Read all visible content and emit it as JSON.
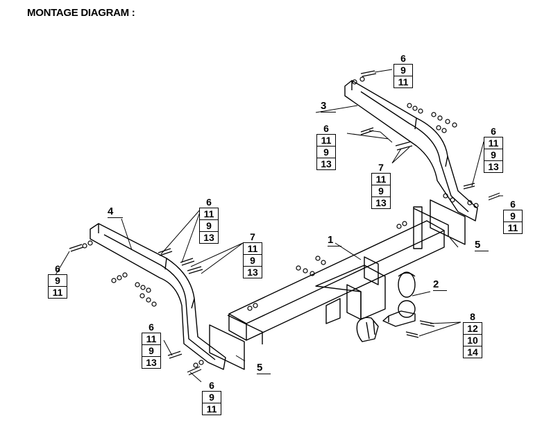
{
  "title": "MONTAGE DIAGRAM :",
  "part_labels": {
    "p1": "1",
    "p2": "2",
    "p3": "3",
    "p4": "4",
    "p5a": "5",
    "p5b": "5"
  },
  "callouts": {
    "c_top_right": {
      "head": "6",
      "cells": [
        "9",
        "11"
      ]
    },
    "c_mid_right_a": {
      "head": "6",
      "cells": [
        "11",
        "9",
        "13"
      ]
    },
    "c_mid_right_b": {
      "head": "7",
      "cells": [
        "11",
        "9",
        "13"
      ]
    },
    "c_far_right_a": {
      "head": "6",
      "cells": [
        "11",
        "9",
        "13"
      ]
    },
    "c_far_right_b": {
      "head": "6",
      "cells": [
        "9",
        "11"
      ]
    },
    "c_left_a": {
      "head": "6",
      "cells": [
        "11",
        "9",
        "13"
      ]
    },
    "c_left_b": {
      "head": "7",
      "cells": [
        "11",
        "9",
        "13"
      ]
    },
    "c_left_far": {
      "head": "6",
      "cells": [
        "9",
        "11"
      ]
    },
    "c_bottom_a": {
      "head": "6",
      "cells": [
        "11",
        "9",
        "13"
      ]
    },
    "c_bottom_b": {
      "head": "6",
      "cells": [
        "9",
        "11"
      ]
    },
    "c_ball": {
      "head": "8",
      "cells": [
        "12",
        "10",
        "14"
      ]
    }
  }
}
